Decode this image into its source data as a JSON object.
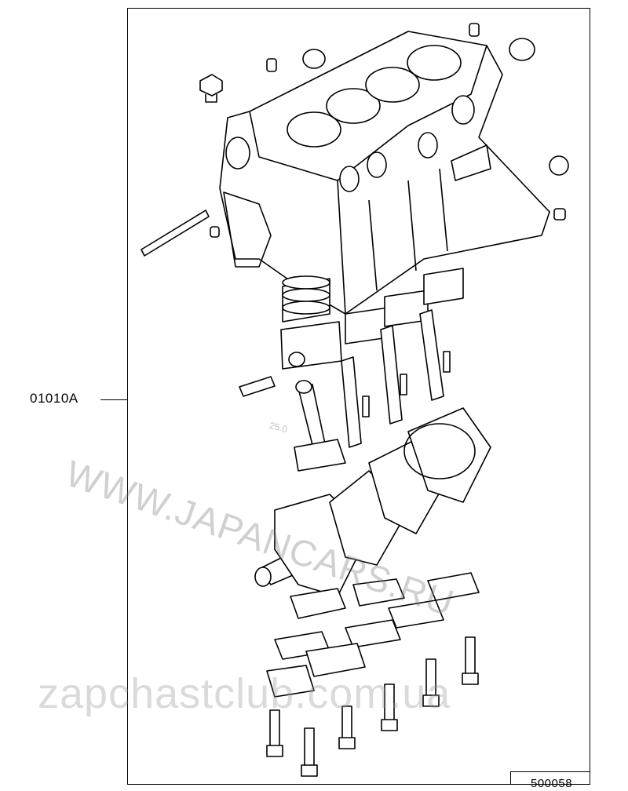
{
  "callout": {
    "label": "01010A"
  },
  "drawing_code": "500058",
  "watermarks": {
    "diagonal": "WWW.JAPANCARS.RU",
    "bottom": "zapchastclub.com.ua",
    "stamp": "25.0"
  }
}
